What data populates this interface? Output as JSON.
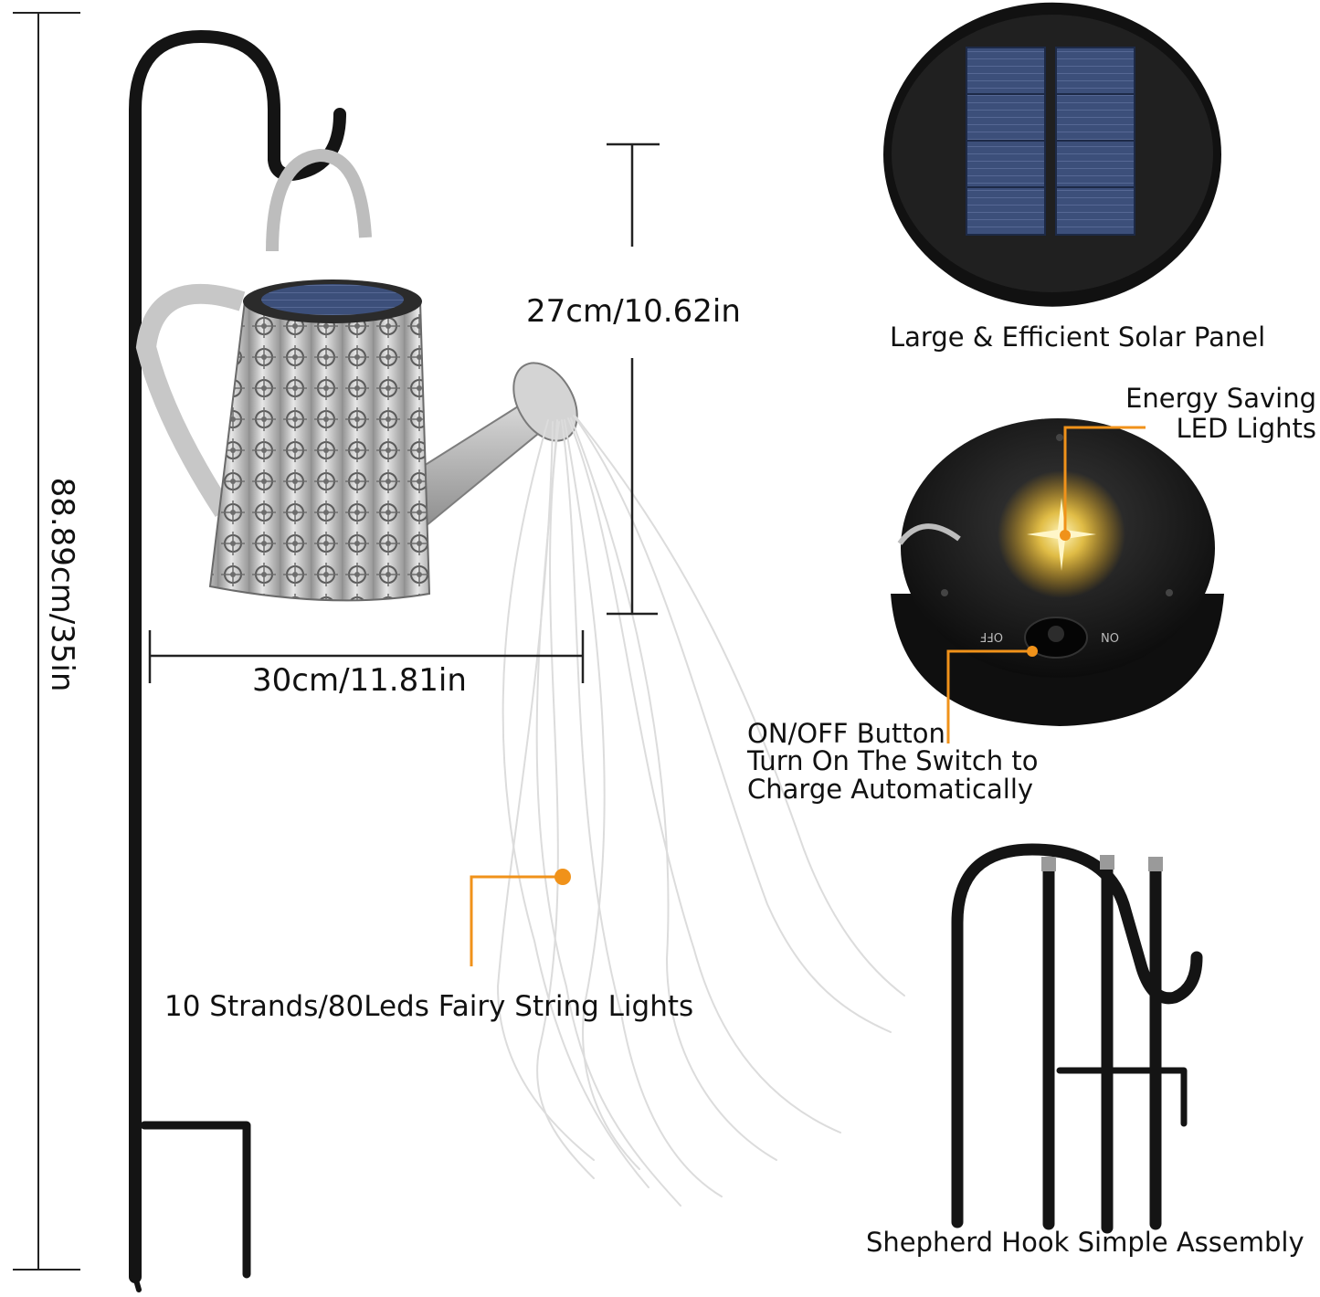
{
  "dimensions": {
    "height": "88.89cm/35in",
    "width": "30cm/11.81in",
    "drop": "27cm/10.62in"
  },
  "features": {
    "solar_panel": "Large & Efficient Solar Panel",
    "led_lights": "Energy Saving\nLED Lights",
    "button": {
      "line1": "ON/OFF Button",
      "line2": "Turn On The Switch to",
      "line3": "Charge Automatically"
    },
    "fairy_lights": "10 Strands/80Leds Fairy String Lights",
    "assembly": "Shepherd Hook Simple Assembly"
  },
  "switch_labels": {
    "off": "OFF",
    "on": "ON"
  },
  "colors": {
    "accent": "#f0921a",
    "hook": "#141414",
    "can_silver": "#c9c9c9",
    "solar_cell": "#3c4f7a",
    "led_glow": "#ffd54a"
  },
  "icons": [
    "shepherd-hook",
    "watering-can",
    "solar-panel",
    "led-base",
    "fairy-string-lights",
    "hook-parts"
  ]
}
